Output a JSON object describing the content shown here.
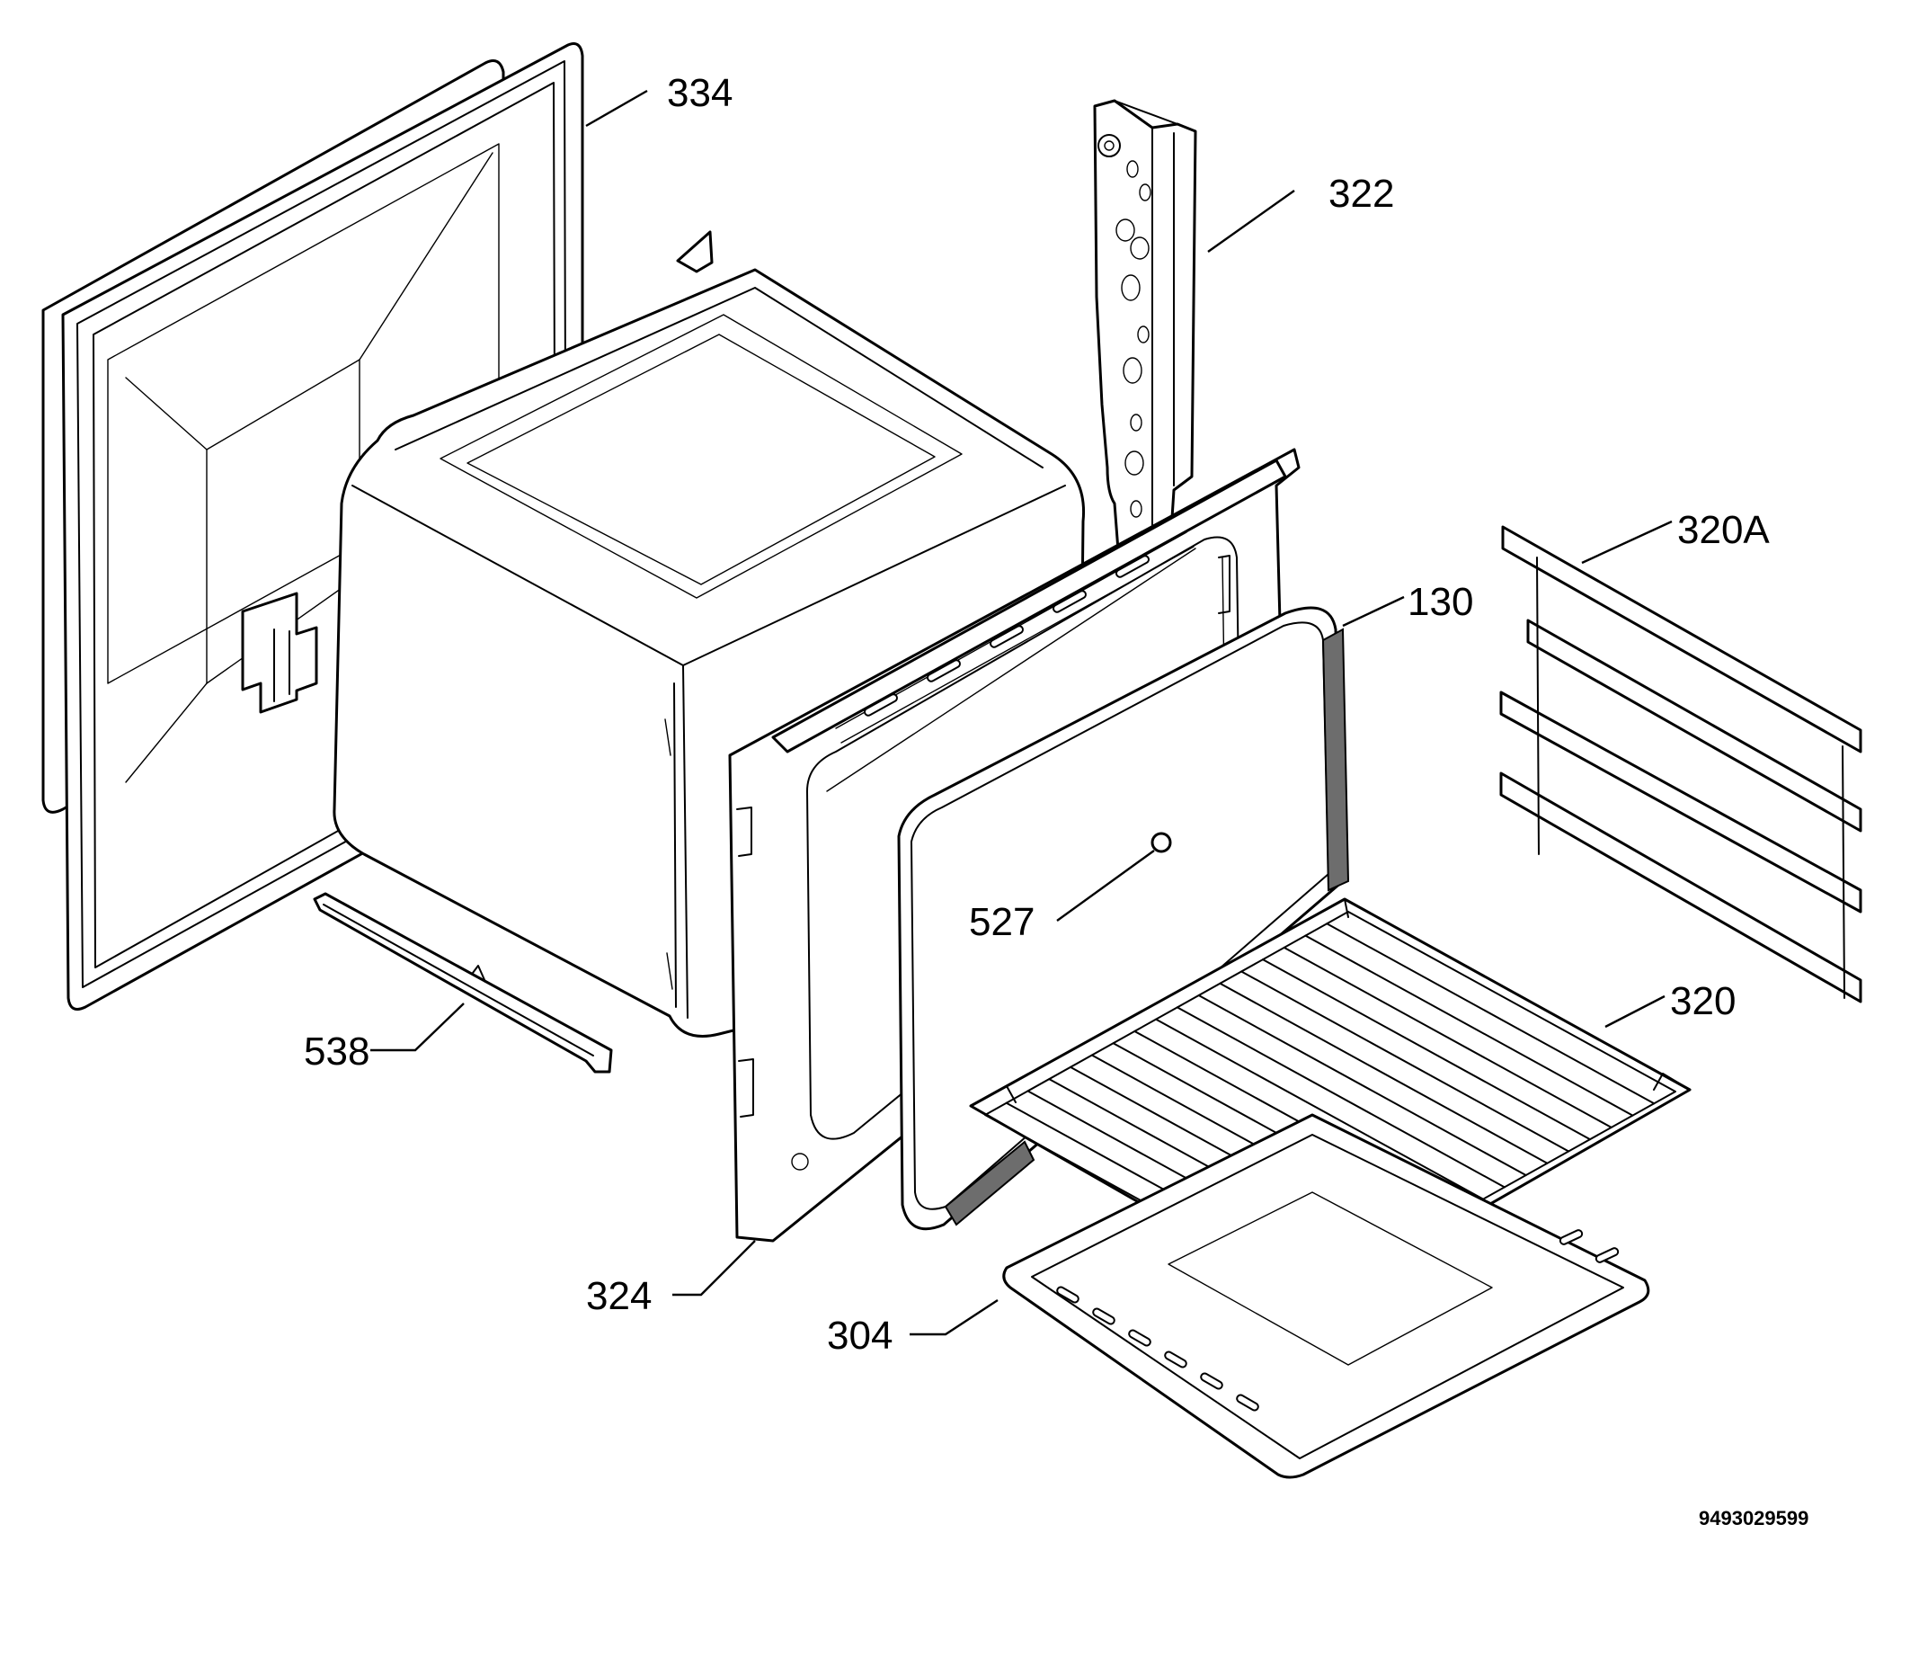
{
  "diagram": {
    "parts": [
      {
        "id": "334",
        "label": "334"
      },
      {
        "id": "322",
        "label": "322"
      },
      {
        "id": "320A",
        "label": "320A"
      },
      {
        "id": "130",
        "label": "130"
      },
      {
        "id": "527",
        "label": "527"
      },
      {
        "id": "320",
        "label": "320"
      },
      {
        "id": "538",
        "label": "538"
      },
      {
        "id": "324",
        "label": "324"
      },
      {
        "id": "304",
        "label": "304"
      }
    ],
    "drawing_number": "9493029599"
  }
}
